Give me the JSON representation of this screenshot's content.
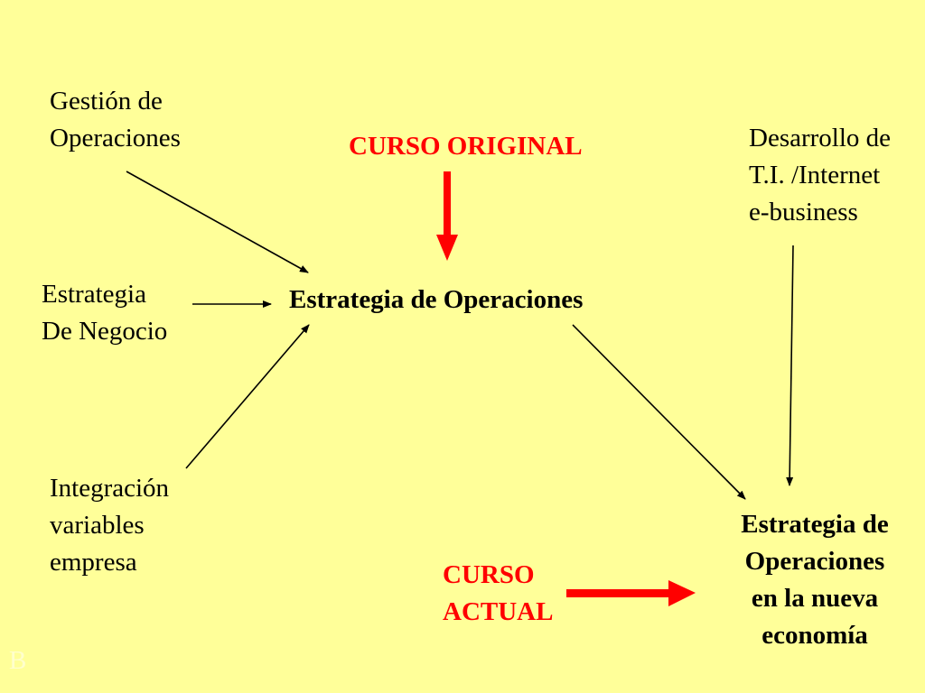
{
  "nodes": {
    "gestion": {
      "lines": [
        "Gestión de",
        "Operaciones"
      ]
    },
    "estrategia_negocio": {
      "lines": [
        "Estrategia",
        "De Negocio"
      ]
    },
    "integracion": {
      "lines": [
        "Integración",
        "variables",
        "empresa"
      ]
    },
    "estrategia_operaciones": {
      "text": "Estrategia de Operaciones"
    },
    "desarrollo_ti": {
      "lines": [
        "Desarrollo de",
        "T.I. /Internet",
        "e-business"
      ]
    },
    "estrategia_nueva": {
      "lines": [
        "Estrategia de",
        "Operaciones",
        "en la nueva",
        "economía"
      ]
    },
    "curso_original": {
      "text": "CURSO ORIGINAL"
    },
    "curso_actual": {
      "lines": [
        "CURSO",
        "ACTUAL"
      ]
    }
  },
  "corner_mark": "B",
  "colors": {
    "background": "#ffff99",
    "text": "#000000",
    "accent_red": "#ff0000",
    "corner_mark": "#ffffcc"
  }
}
